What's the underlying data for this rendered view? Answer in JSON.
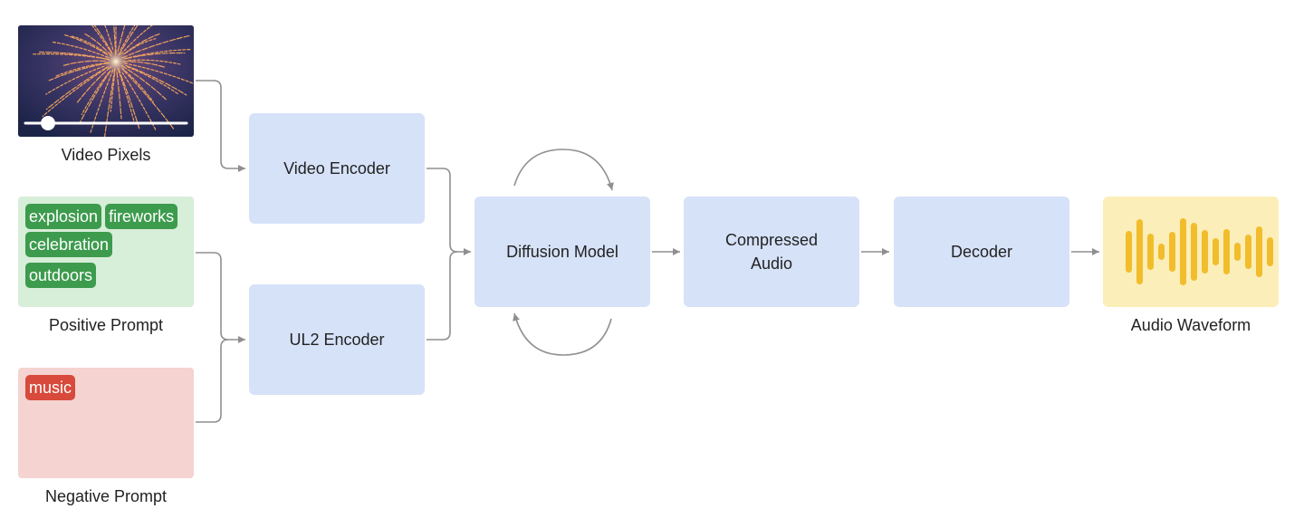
{
  "colors": {
    "block": "#d6e2f8",
    "positive_bg": "#d7eed9",
    "positive_tag": "#3d9b4d",
    "negative_bg": "#f4d3d0",
    "negative_tag": "#d84a3b",
    "waveform_bg": "#fbeeb8",
    "waveform_bars": "#f2bd2c",
    "arrows": "#8f8f8f"
  },
  "inputs": {
    "video_caption": "Video Pixels",
    "positive_caption": "Positive Prompt",
    "positive_tags": [
      "explosion",
      "fireworks",
      "celebration",
      "outdoors"
    ],
    "negative_caption": "Negative Prompt",
    "negative_tags": [
      "music"
    ]
  },
  "blocks": {
    "video_encoder": "Video Encoder",
    "ul2_encoder": "UL2 Encoder",
    "diffusion_model": "Diffusion Model",
    "compressed_audio": "Compressed\nAudio",
    "decoder": "Decoder"
  },
  "output": {
    "waveform_caption": "Audio Waveform"
  }
}
